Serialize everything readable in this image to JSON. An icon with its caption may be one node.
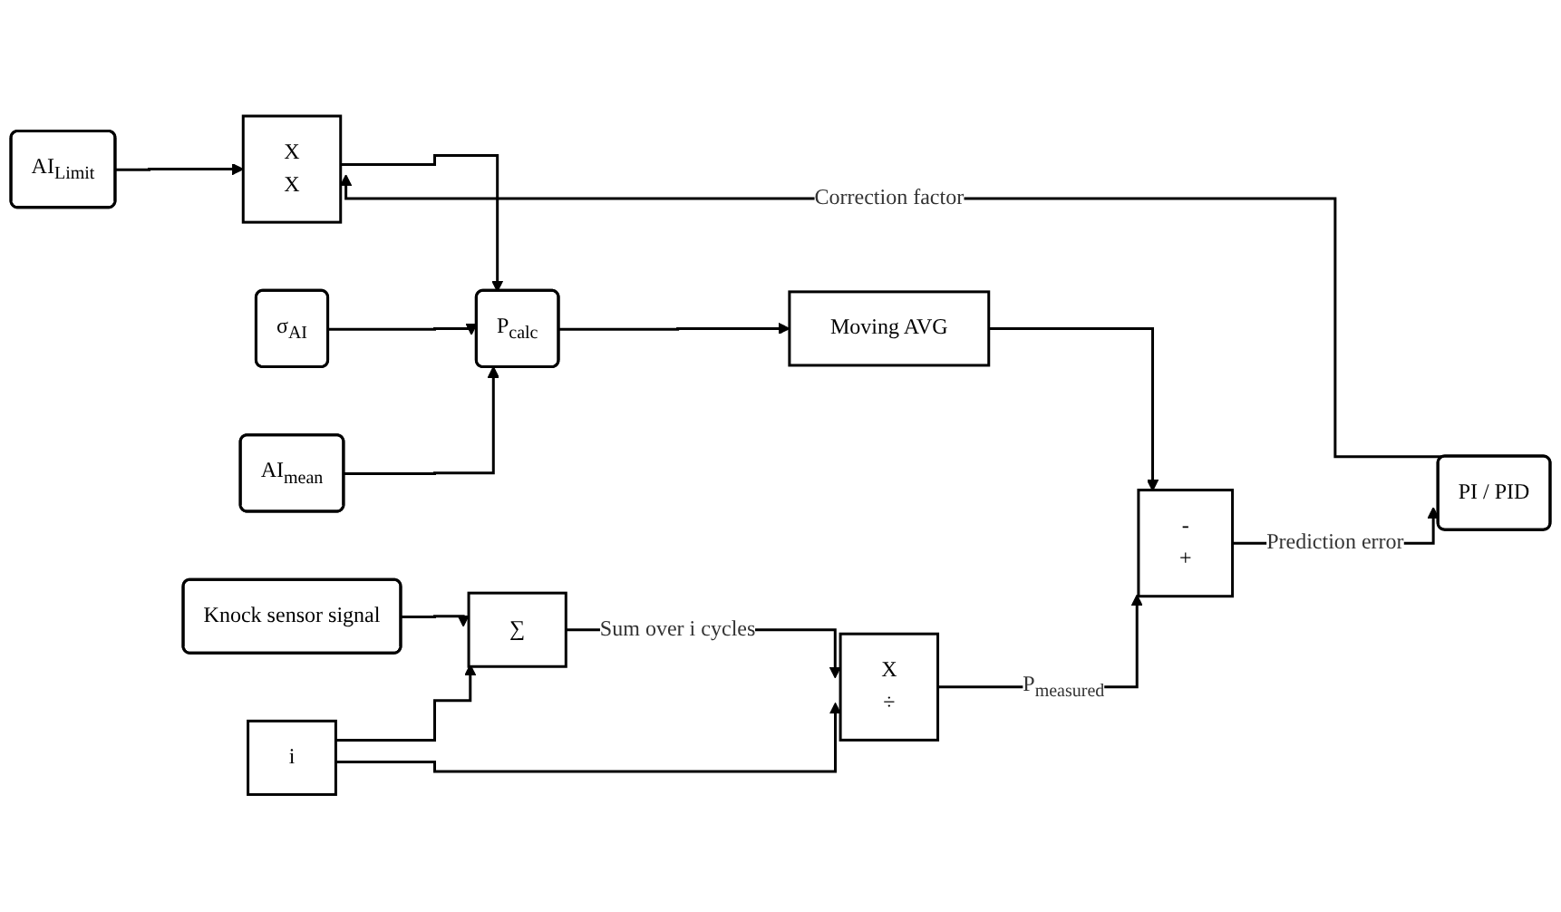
{
  "diagram": {
    "nodes": [
      {
        "text": [
          "AI$_{Limit}$"
        ]
      },
      {
        "text": [
          "X",
          "X"
        ]
      },
      {
        "text": [
          "σ$_{AI}$"
        ]
      },
      {
        "text": [
          "AI$_{mean}$"
        ]
      },
      {
        "text": [
          "P$_{calc}$"
        ]
      },
      {
        "text": [
          "Moving AVG"
        ]
      },
      {
        "text": [
          "-",
          "+"
        ]
      },
      {
        "text": [
          "PI / PID"
        ]
      },
      {
        "text": [
          "Knock sensor signal"
        ]
      },
      {
        "text": [
          "∑"
        ]
      },
      {
        "text": [
          "i"
        ]
      },
      {
        "text": [
          "X",
          "÷"
        ]
      }
    ],
    "edges": [
      {
        "from": 7,
        "to": 1,
        "arrow": "to",
        "label": "Correction factor"
      },
      {
        "from": 0,
        "to": 1,
        "arrow": "to"
      },
      {
        "from": 1,
        "to": 4,
        "arrow": "to"
      },
      {
        "from": 2,
        "to": 4,
        "arrow": "to"
      },
      {
        "from": 3,
        "to": 4,
        "arrow": "to"
      },
      {
        "from": 4,
        "to": 5,
        "arrow": "to"
      },
      {
        "from": 5,
        "to": 6,
        "arrow": "to"
      },
      {
        "from": 11,
        "to": 6,
        "arrow": "to",
        "label": "P$_{measured}$"
      },
      {
        "from": 6,
        "to": 7,
        "arrow": "to",
        "label": "Prediction error"
      },
      {
        "from": 8,
        "to": 9,
        "arrow": "to"
      },
      {
        "from": 9,
        "to": 11,
        "arrow": "to",
        "label": "Sum over i cycles"
      },
      {
        "from": 10,
        "to": 9,
        "arrow": "to"
      },
      {
        "from": 10,
        "to": 11,
        "arrow": "to"
      }
    ]
  }
}
